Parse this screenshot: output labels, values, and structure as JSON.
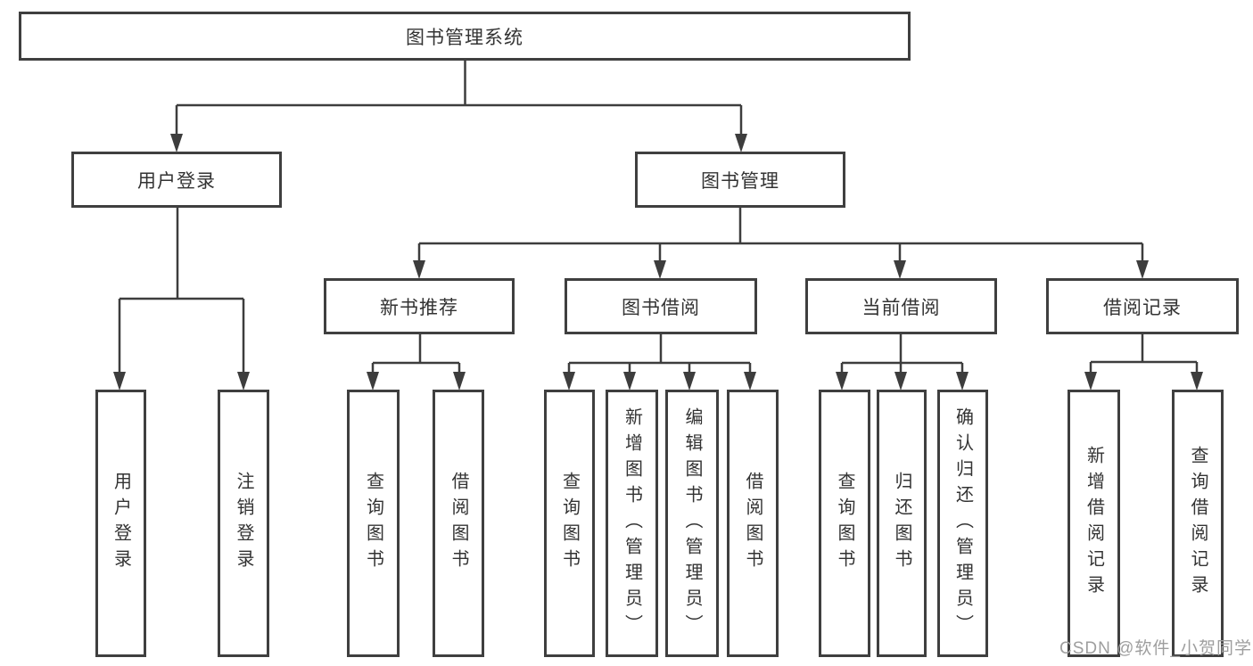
{
  "diagram": {
    "type": "tree-functional-structure",
    "colors": {
      "line": "#3d3d3d",
      "box_border": "#3f3f3f",
      "text": "#333333",
      "watermark": "#9e9e9e",
      "background": "#ffffff"
    },
    "tree": {
      "label": "图书管理系统",
      "children": [
        {
          "label": "用户登录",
          "children": [
            {
              "label": "用户登录"
            },
            {
              "label": "注销登录"
            }
          ]
        },
        {
          "label": "图书管理",
          "children": [
            {
              "label": "新书推荐",
              "children": [
                {
                  "label": "查询图书"
                },
                {
                  "label": "借阅图书"
                }
              ]
            },
            {
              "label": "图书借阅",
              "children": [
                {
                  "label": "查询图书"
                },
                {
                  "label": "新增图书（管理员）"
                },
                {
                  "label": "编辑图书（管理员）"
                },
                {
                  "label": "借阅图书"
                }
              ]
            },
            {
              "label": "当前借阅",
              "children": [
                {
                  "label": "查询图书"
                },
                {
                  "label": "归还图书"
                },
                {
                  "label": "确认归还（管理员）"
                }
              ]
            },
            {
              "label": "借阅记录",
              "children": [
                {
                  "label": "新增借阅记录"
                },
                {
                  "label": "查询借阅记录"
                }
              ]
            }
          ]
        }
      ]
    },
    "watermark": {
      "text": "CSDN @软件_小贺同学"
    }
  }
}
